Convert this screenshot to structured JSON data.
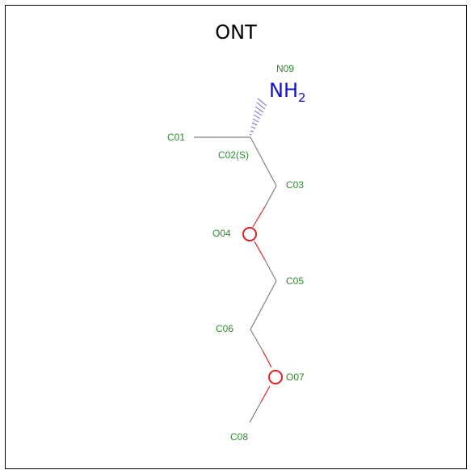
{
  "molecule": {
    "title": "ONT",
    "atom_labels": {
      "n09": "N09",
      "c01": "C01",
      "c02": "C02(S)",
      "c03": "C03",
      "o04": "O04",
      "c05": "C05",
      "c06": "C06",
      "o07": "O07",
      "c08": "C08"
    },
    "nh2": {
      "main": "NH",
      "sub": "2"
    }
  },
  "colors": {
    "bond": "#808080",
    "oxygen": "#e02020",
    "nitrogen": "#1010d0",
    "label": "#2e8b2e",
    "hash": "#6a6ad8"
  }
}
